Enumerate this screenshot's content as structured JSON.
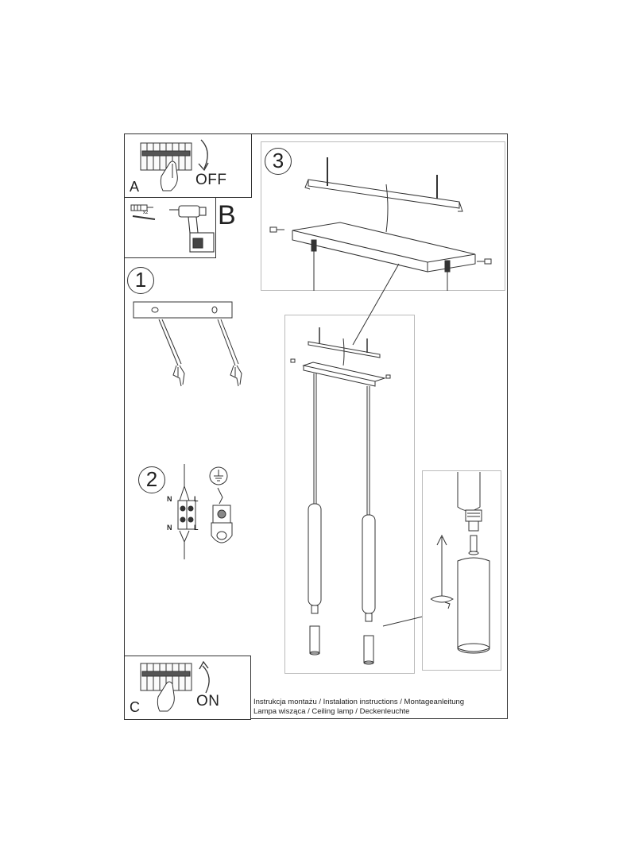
{
  "steps": {
    "a": {
      "letter": "A",
      "action": "OFF"
    },
    "b": {
      "letter": "B",
      "qty": "x2"
    },
    "c": {
      "letter": "C",
      "action": "ON"
    },
    "step1": "1",
    "step2": "2",
    "step3": "3"
  },
  "wiring": {
    "n_top": "N",
    "l_top": "L",
    "n_bottom": "N",
    "l_bottom": "L"
  },
  "caption": {
    "line1": "Instrukcja montażu / Instalation instructions / Montageanleitung",
    "line2": "Lampa wisząca / Ceiling lamp / Deckenleuchte"
  }
}
